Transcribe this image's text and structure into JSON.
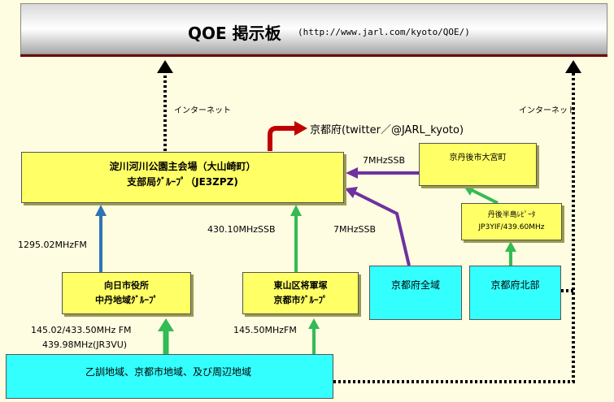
{
  "header": {
    "title": "QOE 掲示板",
    "url": "(http://www.jarl.com/kyoto/QOE/)"
  },
  "labels": {
    "internet_left": "インターネット",
    "internet_right": "インターネット",
    "twitter": "京都府(twitter／@JARL_kyoto)",
    "freq_7mhz_top": "7MHzSSB",
    "freq_7mhz_mid": "7MHzSSB",
    "freq_430": "430.10MHzSSB",
    "freq_1295": "1295.02MHzFM",
    "freq_145_left": "145.02/433.50MHz FM",
    "freq_439": "439.98MHz(JR3VU)",
    "freq_145_right": "145.50MHzFM"
  },
  "nodes": {
    "main_line1": "淀川河川公園主会場（大山崎町）",
    "main_line2": "支部局ｸﾞﾙｰﾌﾟ（JE3ZPZ)",
    "kyotango": "京丹後市大宮町",
    "tango_line1": "丹後半島ﾚﾋﾟｰﾀ",
    "tango_line2": "JP3YIF/439.60MHz",
    "muko_line1": "向日市役所",
    "muko_line2": "中丹地域ｸﾞﾙｰﾌﾟ",
    "higashiyama_line1": "東山区将軍塚",
    "higashiyama_line2": "京都市ｸﾞﾙｰﾌﾟ",
    "kyotofu": "京都府全域",
    "kyotofu_north": "京都府北部",
    "bottom": "乙訓地域、京都市地域、及び周辺地域"
  },
  "colors": {
    "purple": "#7030a0",
    "green": "#33bb55",
    "blue": "#2e74b5",
    "red": "#c00000"
  }
}
